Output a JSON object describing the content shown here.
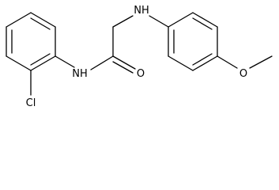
{
  "molecule": {
    "atoms": {
      "chloro": "Cl",
      "amide_nitrogen": "NH",
      "amine_nitrogen": "NH",
      "carbonyl_oxygen": "O",
      "methoxy_oxygen": "O"
    }
  },
  "colors": {
    "bond": "#000000",
    "background": "#ffffff"
  }
}
